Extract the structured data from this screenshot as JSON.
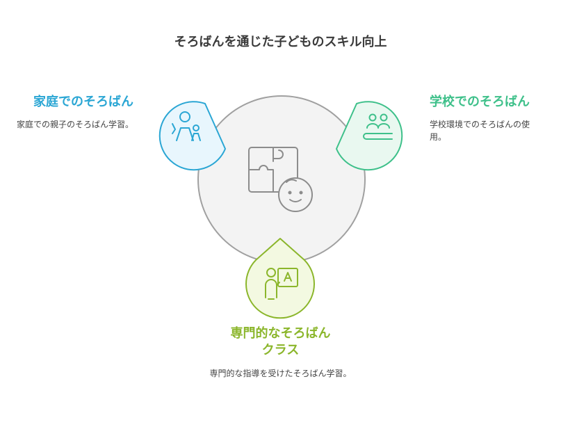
{
  "title": "そろばんを通じた子どものスキル向上",
  "nodes": {
    "home": {
      "heading": "家庭でのそろばん",
      "description": "家庭での親子のそろばん学習。"
    },
    "school": {
      "heading": "学校でのそろばん",
      "description": "学校環境でのそろばんの使用。"
    },
    "professional": {
      "heading_line1": "専門的なそろばん",
      "heading_line2": "クラス",
      "description": "専門的な指導を受けたそろばん学習。"
    },
    "center": {
      "icon": "puzzle-child-icon"
    }
  },
  "icons": {
    "home": "parent-child-icon",
    "school": "classroom-icon",
    "professional": "teacher-board-icon"
  },
  "colors": {
    "home": "#2aa6d4",
    "home_fill": "#e8f6fd",
    "school": "#3ec08a",
    "school_fill": "#e9f8f0",
    "professional": "#8bb62b",
    "professional_fill": "#f3f9e1",
    "center_fill": "#f3f3f3",
    "center_stroke": "#a0a0a0"
  }
}
